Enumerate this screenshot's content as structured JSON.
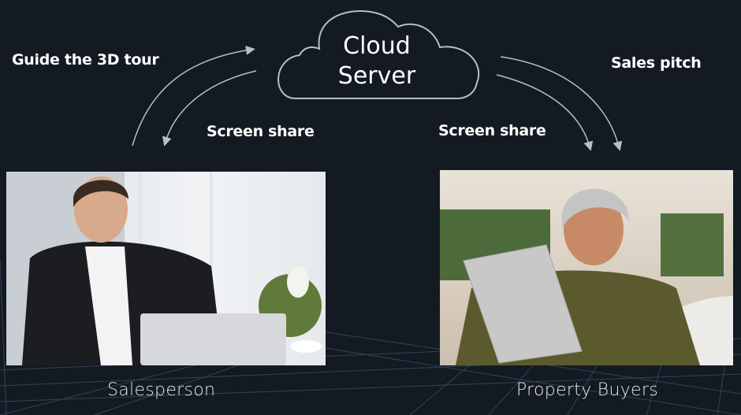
{
  "cloud": {
    "line1": "Cloud",
    "line2": "Server"
  },
  "labels": {
    "guide": "Guide the 3D tour",
    "screen_share_left": "Screen share",
    "screen_share_right": "Screen share",
    "sales_pitch": "Sales pitch"
  },
  "captions": {
    "salesperson": "Salesperson",
    "buyers": "Property Buyers"
  },
  "colors": {
    "background": "#131a22",
    "arrow": "#b8bec8",
    "grid": "#3c4c66"
  }
}
